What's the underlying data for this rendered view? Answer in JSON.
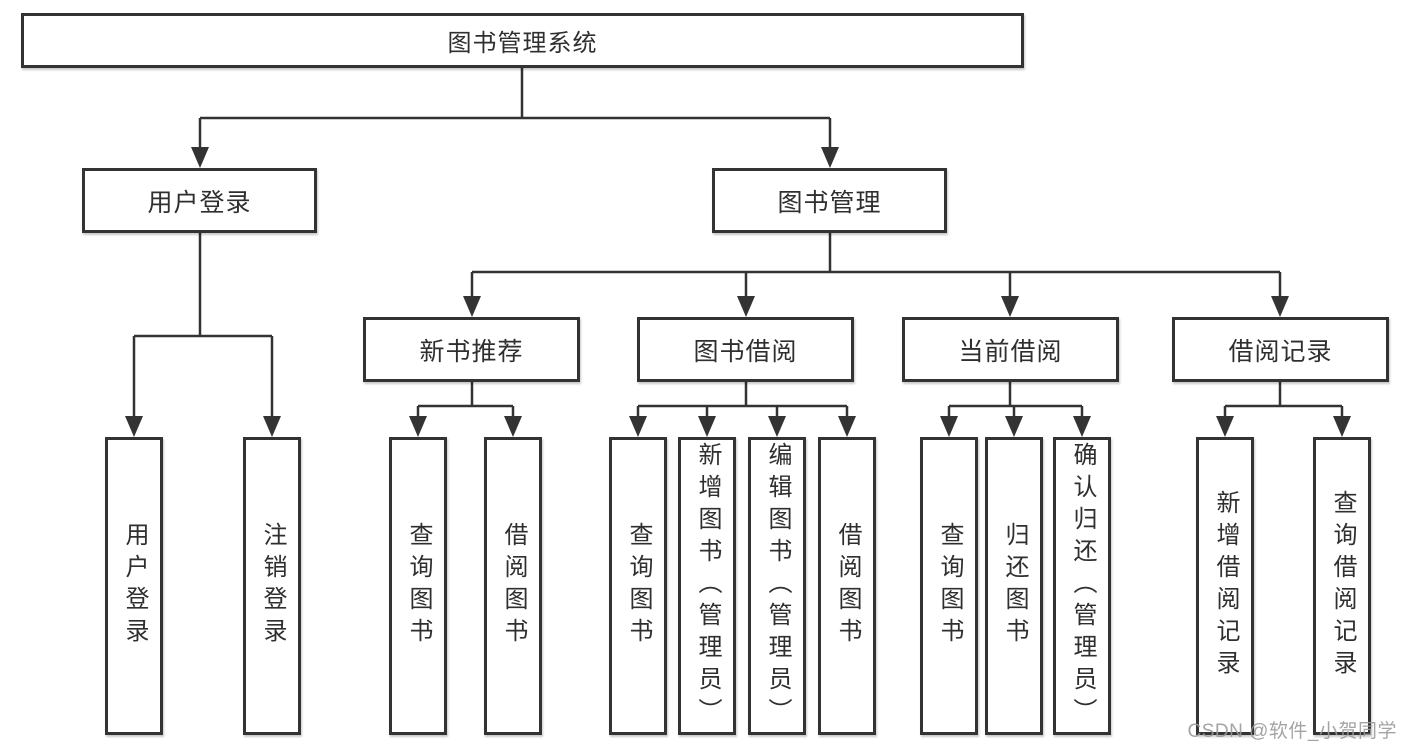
{
  "colors": {
    "line": "#333333",
    "node_border": "#333333",
    "text": "#2f2f2f",
    "background": "#ffffff",
    "watermark": "#9b9b9b"
  },
  "watermark": {
    "text": "CSDN @软件_小贺同学"
  },
  "diagram": {
    "root": {
      "label": "图书管理系统"
    },
    "branches": [
      {
        "label": "用户登录",
        "children": [
          {
            "label": "用户登录"
          },
          {
            "label": "注销登录"
          }
        ]
      },
      {
        "label": "图书管理",
        "children": [
          {
            "label": "新书推荐",
            "children": [
              {
                "label": "查询图书"
              },
              {
                "label": "借阅图书"
              }
            ]
          },
          {
            "label": "图书借阅",
            "children": [
              {
                "label": "查询图书"
              },
              {
                "label": "新增图书（管理员）"
              },
              {
                "label": "编辑图书（管理员）"
              },
              {
                "label": "借阅图书"
              }
            ]
          },
          {
            "label": "当前借阅",
            "children": [
              {
                "label": "查询图书"
              },
              {
                "label": "归还图书"
              },
              {
                "label": "确认归还（管理员）"
              }
            ]
          },
          {
            "label": "借阅记录",
            "children": [
              {
                "label": "新增借阅记录"
              },
              {
                "label": "查询借阅记录"
              }
            ]
          }
        ]
      }
    ]
  }
}
